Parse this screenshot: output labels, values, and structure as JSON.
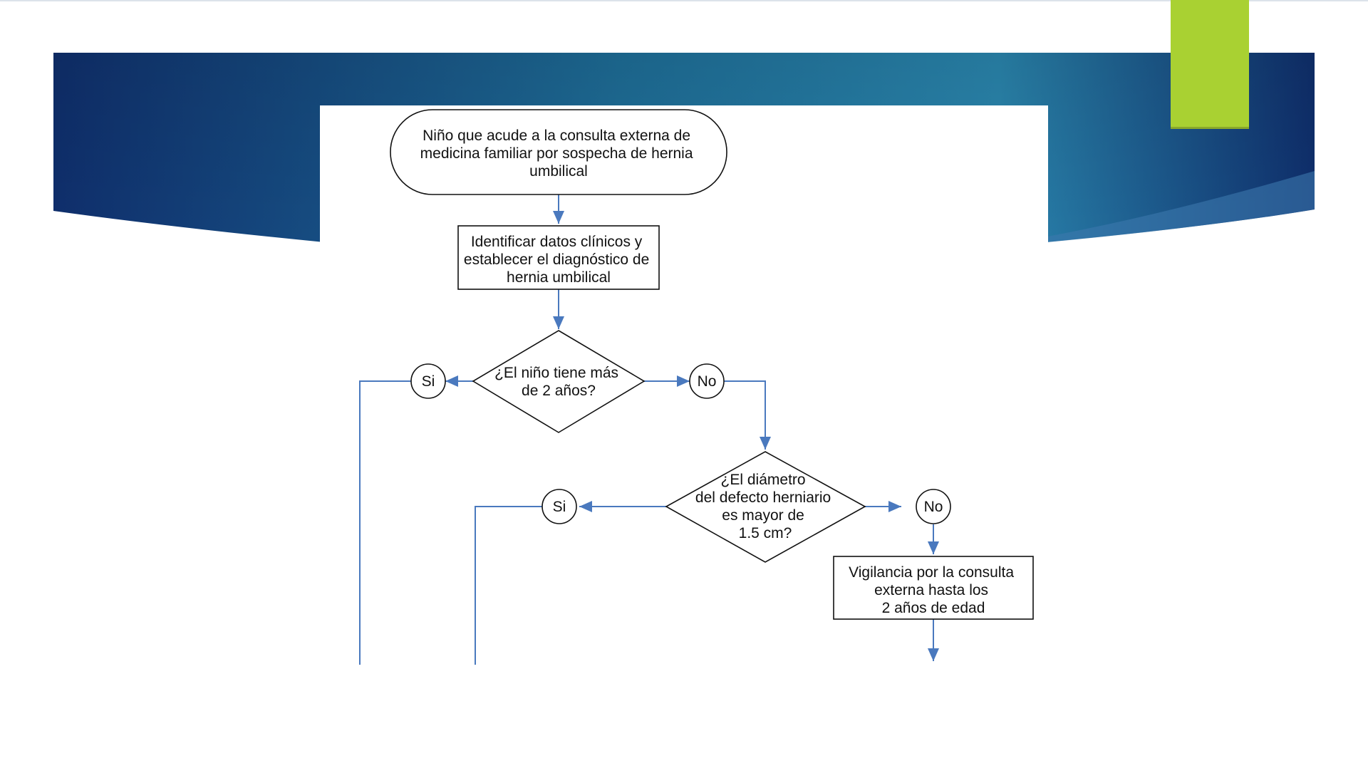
{
  "slide": {
    "accent_color": "#A9D132",
    "banner_colors": [
      "#0F2F6D",
      "#1E6E98",
      "#2A86AE"
    ]
  },
  "flowchart": {
    "start": {
      "lines": [
        "Niño que acude a la consulta externa de",
        "medicina familiar por sospecha de hernia",
        "umbilical"
      ]
    },
    "identify": {
      "lines": [
        "Identificar datos clínicos y",
        "establecer el diagnóstico de",
        "hernia umbilical"
      ]
    },
    "decision_age": {
      "lines": [
        "¿El niño tiene más",
        "de 2 años?"
      ]
    },
    "yes_1": "Si",
    "no_1": "No",
    "decision_diameter": {
      "lines": [
        "¿El diámetro",
        "del defecto herniario",
        "es mayor de",
        "1.5 cm?"
      ]
    },
    "yes_2": "Si",
    "no_2": "No",
    "surveillance": {
      "lines": [
        "Vigilancia por la consulta",
        "externa hasta los",
        "2 años de edad"
      ]
    }
  }
}
